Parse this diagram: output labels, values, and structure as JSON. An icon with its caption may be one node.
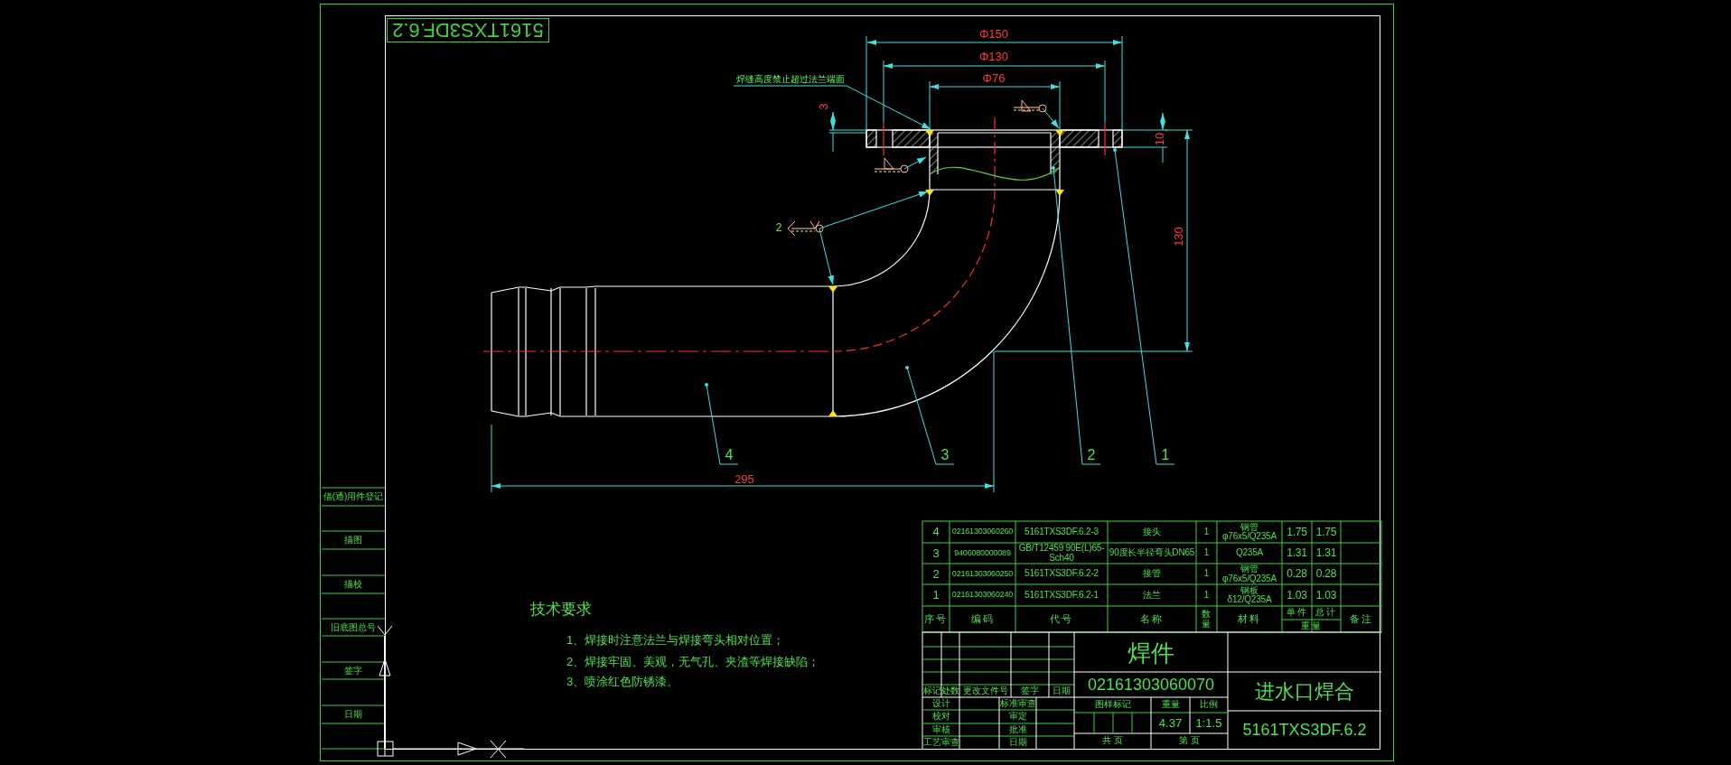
{
  "diagram": {
    "nodes": [
      {
        "text": [
          "焊缝高度禁止超过法兰端面"
        ]
      },
      {
        "text": [
          "4"
        ]
      },
      {
        "text": [
          "3"
        ]
      },
      {
        "text": [
          "2"
        ]
      },
      {
        "text": [
          "1"
        ]
      }
    ],
    "edges": [
      {
        "from": 0,
        "to": null,
        "arrow": "to"
      },
      {
        "from": 1,
        "to": null,
        "arrow": "other"
      },
      {
        "from": 2,
        "to": null,
        "arrow": "other"
      },
      {
        "from": 3,
        "to": null,
        "arrow": "other"
      },
      {
        "from": 4,
        "to": null,
        "arrow": "other"
      }
    ],
    "labels": [
      "5161TXS3DF.6.2",
      "Φ150",
      "Φ130",
      "Φ76",
      "3",
      "10",
      "130",
      "2",
      "295",
      "4",
      "02161303060260",
      "5161TXS3DF.6.2-3",
      "接头",
      "1",
      "钢管 φ76x5/Q235A",
      "1.75",
      "1.75",
      "3",
      "9406080000089",
      "GB/T12459 90E(L)65-Sch40",
      "90度长半径弯头DN65",
      "1",
      "Q235A",
      "1.31",
      "1.31",
      "2",
      "02161303060250",
      "5161TXS3DF.6.2-2",
      "接管",
      "1",
      "钢管 φ76x5/Q235A",
      "0.28",
      "0.28",
      "1",
      "02161303060240",
      "5161TXS3DF.6.2-1",
      "法兰",
      "1",
      "钢板 δ12/Q235A",
      "1.03",
      "1.03",
      "序号",
      "编码",
      "代号",
      "名称",
      "数量",
      "材料",
      "单件",
      "总计",
      "重量",
      "备注",
      "技术要求",
      "1、焊接时注意法兰与焊接弯头相对位置；",
      "2、焊接牢固、美观，无气孔、夹渣等焊接缺陷；",
      "3、喷涂红色防锈漆。",
      "焊件",
      "02161303060070",
      "进水口焊合",
      "5161TXS3DF.6.2",
      "标记",
      "处数",
      "更改文件号",
      "签字",
      "日期",
      "设计",
      "标准审查",
      "校对",
      "审定",
      "审核",
      "批准",
      "工艺审查",
      "日期",
      "图样标记",
      "重量",
      "比例",
      "4.37",
      "1:1.5",
      "共 页",
      "第 页",
      "借(通)用件登记",
      "描图",
      "描校",
      "旧底图总号",
      "签字",
      "日期"
    ]
  }
}
